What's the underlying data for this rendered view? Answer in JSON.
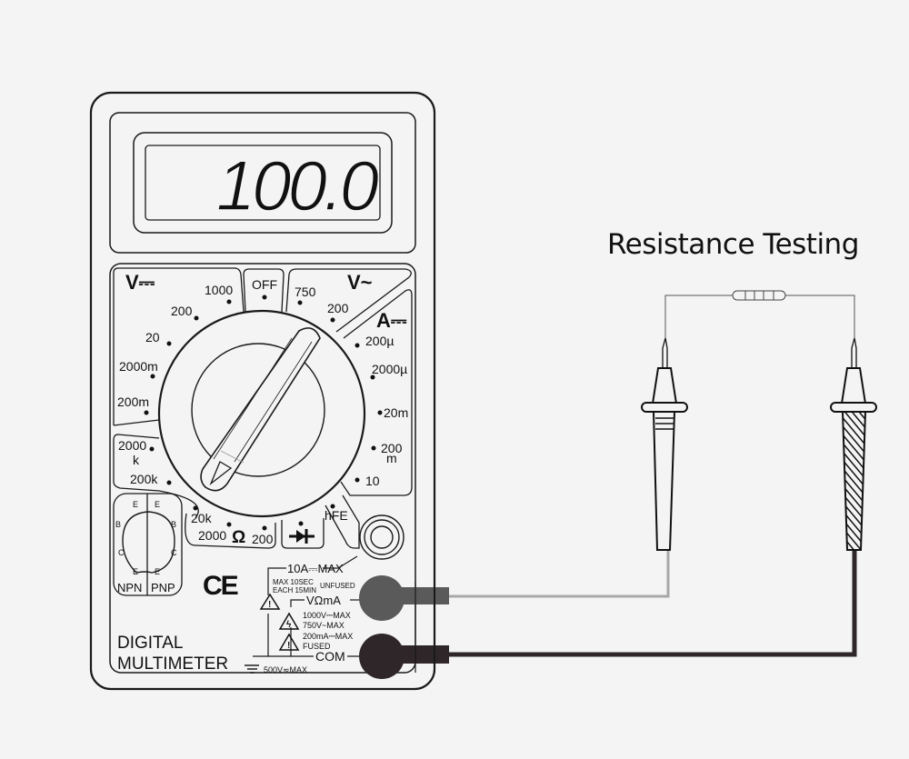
{
  "title": "Resistance Testing",
  "display": {
    "reading": "100.0"
  },
  "device": {
    "name_line1": "DIGITAL",
    "name_line2": "MULTIMETER",
    "ce_mark": "CE"
  },
  "dial": {
    "dc_voltage": {
      "symbol": "V⎓",
      "ranges": [
        "1000",
        "200",
        "20",
        "2000m",
        "200m"
      ]
    },
    "off": "OFF",
    "ac_voltage": {
      "symbol": "V~",
      "ranges": [
        "750",
        "200"
      ]
    },
    "dc_current": {
      "symbol": "A⎓",
      "ranges": [
        "200µ",
        "2000µ",
        "20m",
        "200",
        "m",
        "10"
      ]
    },
    "resistance": {
      "symbol": "Ω",
      "ranges": [
        "2000",
        "k",
        "200k",
        "20k",
        "2000",
        "200"
      ]
    },
    "diode": "diode-icon",
    "hfe": "hFE"
  },
  "transistor_socket": {
    "npn": "NPN",
    "pnp": "PNP",
    "pins_npn": [
      "E",
      "B",
      "C",
      "E"
    ],
    "pins_pnp": [
      "E",
      "B",
      "C",
      "E"
    ]
  },
  "jacks": {
    "10a": {
      "label": "10A⎓MAX",
      "note1": "MAX 10SEC",
      "note2": "EACH 15MIN",
      "note3": "UNFUSED"
    },
    "vohm": {
      "label": "VΩmA",
      "note1": "1000V⎓MAX",
      "note2": "750V~MAX",
      "note3": "200mA⎓MAX",
      "note4": "FUSED"
    },
    "com": {
      "label": "COM",
      "note": "500V≂MAX"
    }
  },
  "colors": {
    "background": "#f4f4f4",
    "outline": "#1a1a1a",
    "red_probe_jack": "#5a5a5a",
    "black_probe_jack": "#2e2628",
    "red_lead_wire": "#a8a8a8",
    "black_lead_wire": "#2e2628"
  }
}
